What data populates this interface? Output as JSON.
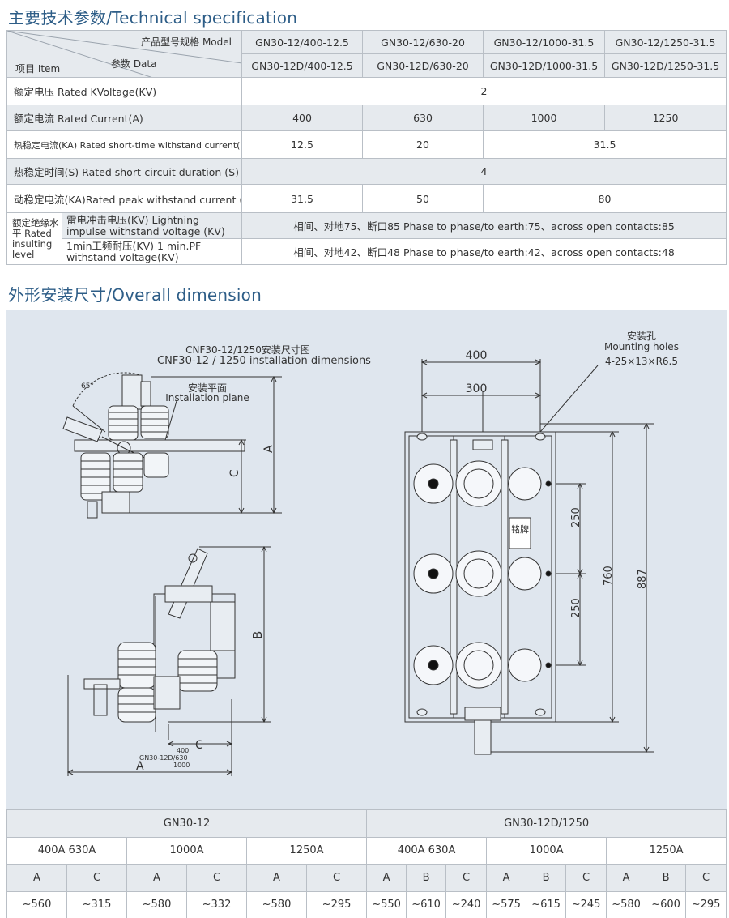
{
  "headings": {
    "specification": "主要技术参数/Technical specification",
    "dimension": "外形安装尺寸/Overall dimension"
  },
  "spec": {
    "header": {
      "model_label": "产品型号规格 Model",
      "data_label": "参数 Data",
      "item_label": "项目 Item",
      "models_row1": [
        "GN30-12/400-12.5",
        "GN30-12/630-20",
        "GN30-12/1000-31.5",
        "GN30-12/1250-31.5"
      ],
      "models_row2": [
        "GN30-12D/400-12.5",
        "GN30-12D/630-20",
        "GN30-12D/1000-31.5",
        "GN30-12D/1250-31.5"
      ]
    },
    "rows": {
      "voltage": {
        "label": "额定电压 Rated KVoltage(KV)",
        "value": "2"
      },
      "current": {
        "label": "额定电流 Rated Current(A)",
        "values": [
          "400",
          "630",
          "1000",
          "1250"
        ]
      },
      "short_time": {
        "label": "热稳定电流(KA) Rated short-time withstand current(KA)",
        "values": [
          "12.5",
          "20",
          "31.5"
        ]
      },
      "duration": {
        "label": "热稳定时间(S) Rated short-circuit duration (S)",
        "value": "4"
      },
      "peak": {
        "label": "动稳定电流(KA)Rated peak withstand current (KA)",
        "values": [
          "31.5",
          "50",
          "80"
        ]
      },
      "insulation": {
        "label": "额定绝缘水平 Rated insulting level",
        "impulse_label": "雷电冲击电压(KV) Lightning impulse withstand voltage (KV)",
        "impulse_value": "相间、对地75、断口85 Phase to phase/to earth:75、across open contacts:85",
        "pf_label": "1min工频耐压(KV) 1 min.PF withstand voltage(KV)",
        "pf_value": "相间、对地42、断口48 Phase to phase/to earth:42、across open contacts:48"
      }
    }
  },
  "drawing": {
    "left_title_cn": "CNF30-12/1250安装尺寸图",
    "left_title_en": "CNF30-12 / 1250 installation dimensions",
    "plane_cn": "安装平面",
    "plane_en": "Installation plane",
    "angle": "65°",
    "letter_a": "A",
    "letter_b": "B",
    "letter_c": "C",
    "bottom_note_400": "400",
    "bottom_note_model": "GN30-12D/630",
    "bottom_note_1000": "1000",
    "holes_cn": "安装孔",
    "holes_en": "Mounting holes",
    "holes_spec": "4-25×13×R6.5",
    "dim_400": "400",
    "dim_300": "300",
    "dim_250a": "250",
    "dim_250b": "250",
    "dim_760": "760",
    "dim_887": "887",
    "nameplate": "铭牌"
  },
  "dims": {
    "groups": [
      "GN30-12",
      "GN30-12D/1250"
    ],
    "ratings": [
      "400A   630A",
      "1000A",
      "1250A",
      "400A   630A",
      "1000A",
      "1250A"
    ],
    "letters": [
      "A",
      "C",
      "A",
      "C",
      "A",
      "C",
      "A",
      "B",
      "C",
      "A",
      "B",
      "C",
      "A",
      "B",
      "C"
    ],
    "values": [
      "~560",
      "~315",
      "~580",
      "~332",
      "~580",
      "~295",
      "~550",
      "~610",
      "~240",
      "~575",
      "~615",
      "~245",
      "~580",
      "~600",
      "~295"
    ]
  }
}
